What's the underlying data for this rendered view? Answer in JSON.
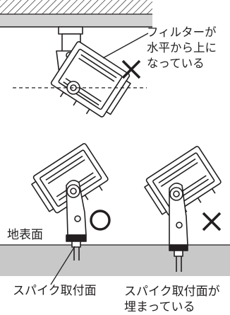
{
  "colors": {
    "ink": "#231f20",
    "ground": "#c8c8c8",
    "ceiling": "#d2d2d2"
  },
  "top_panel": {
    "note": "フィルターが\n水平から上に\nなっている",
    "verdict_icon": "cross-mark"
  },
  "bottom_panel": {
    "ground_label": "地表面",
    "correct_verdict_icon": "circle-mark",
    "wrong_verdict_icon": "cross-mark",
    "spike_surface_label": "スパイク取付面",
    "buried_label": "スパイク取付面が\n埋まっている"
  }
}
